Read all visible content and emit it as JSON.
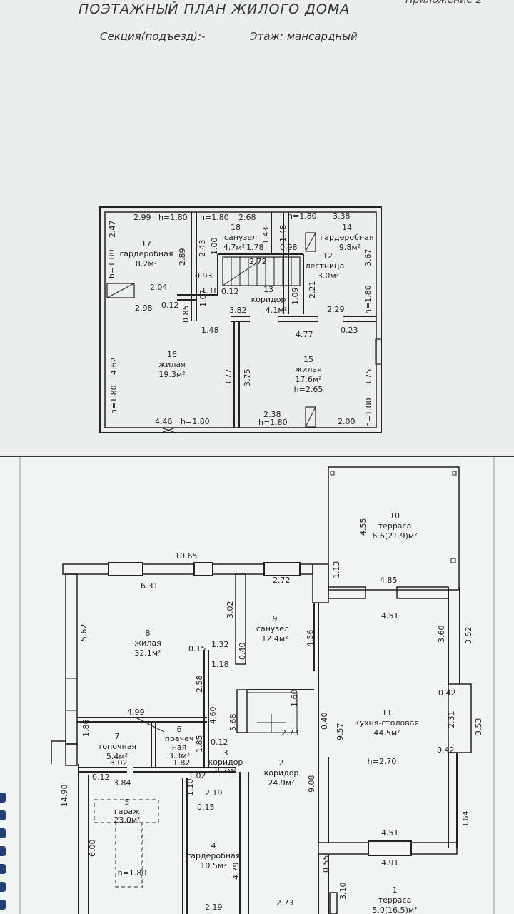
{
  "top_sheet": {
    "title": "ПОЭТАЖНЫЙ ПЛАН ЖИЛОГО ДОМА",
    "corner_text": "Приложение 2",
    "section_label": "Секция(подъезд):-",
    "floor_label": "Этаж: мансардный",
    "rooms": [
      {
        "num": "17",
        "name": "гардеробная",
        "area": "8.2м²"
      },
      {
        "num": "18",
        "name": "санузел",
        "area": "4.7м²"
      },
      {
        "num": "14",
        "name": "гардеробная",
        "area": "9.8м²"
      },
      {
        "num": "12",
        "name": "лестница",
        "area": "3.0м²"
      },
      {
        "num": "13",
        "name": "коридор",
        "area": "4.1м²"
      },
      {
        "num": "16",
        "name": "жилая",
        "area": "19.3м²"
      },
      {
        "num": "15",
        "name": "жилая",
        "area": "17.6м²",
        "extra": "h=2.65"
      }
    ],
    "dimensions": {
      "d1": "2.99",
      "d2": "h=1.80",
      "d3": "h=1.80",
      "d4": "2.68",
      "d5": "h=1.80",
      "d6": "3.38",
      "d7": "2.47",
      "d8": "h=1.80",
      "d9": "2.89",
      "d10": "2.43",
      "d11": "1.00",
      "d12": "1.43",
      "d13": "1.78",
      "d14": "1.48",
      "d15": "0.98",
      "d16": "2.72",
      "d17": "3.67",
      "d18": "0.93",
      "d19": "1.10",
      "d20": "0.12",
      "d21": "2.04",
      "d22": "2.98",
      "d23": "0.12",
      "d24": "1.07",
      "d25": "0.85",
      "d26": "2.21",
      "d27": "1.09",
      "d28": "3.82",
      "d29": "2.29",
      "d30": "h=1.80",
      "d31": "1.48",
      "d32": "4.77",
      "d33": "0.23",
      "d34": "4.62",
      "d35": "3.77",
      "d36": "3.75",
      "d37": "3.75",
      "d38": "h=1.80",
      "d39": "2.38",
      "d40": "h=1.80",
      "d41": "4.46",
      "d42": "h=1.80",
      "d43": "h=1.80",
      "d44": "2.00"
    }
  },
  "bottom_sheet": {
    "rooms": [
      {
        "num": "10",
        "name": "терраса",
        "area": "6.6(21.9)м²"
      },
      {
        "num": "8",
        "name": "жилая",
        "area": "32.1м²"
      },
      {
        "num": "9",
        "name": "санузел",
        "area": "12.4м²"
      },
      {
        "num": "11",
        "name": "кухня-столовая",
        "area": "44.5м²",
        "extra": "h=2.70"
      },
      {
        "num": "7",
        "name": "топочная",
        "area": "5.4м²"
      },
      {
        "num": "6",
        "name_line1": "прачеч",
        "name_line2": "ная",
        "area": "3.3м²"
      },
      {
        "num": "3",
        "name": "коридор",
        "area": "8.2м²"
      },
      {
        "num": "2",
        "name": "коридор",
        "area": "24.9м²"
      },
      {
        "num": "5",
        "name": "гараж",
        "area": "23.0м²",
        "extra": "h=1.80"
      },
      {
        "num": "4",
        "name": "гардеробная",
        "area": "10.5м²"
      },
      {
        "num": "1",
        "name": "терраса",
        "area": "5.0(16.5)м²"
      }
    ],
    "dimensions": {
      "b1": "10.65",
      "b2": "4.55",
      "b3": "6.31",
      "b4": "2.72",
      "b5": "1.13",
      "b6": "4.85",
      "b7": "3.02",
      "b8": "4.51",
      "b9": "5.62",
      "b10": "4.56",
      "b11": "3.60",
      "b12": "3.52",
      "b13": "0.15",
      "b14": "1.32",
      "b15": "0.40",
      "b16": "1.18",
      "b17": "2.58",
      "b18": "0.42",
      "b19": "4.99",
      "b20": "1.60",
      "b21": "4.60",
      "b22": "5.68",
      "b23": "2.31",
      "b24": "3.53",
      "b25": "1.86",
      "b26": "0.12",
      "b27": "0.40",
      "b28": "2.73",
      "b29": "9.57",
      "b30": "1.85",
      "b31": "0.42",
      "b32": "3.02",
      "b33": "1.82",
      "b34": "14.90",
      "b35": "0.12",
      "b36": "1.02",
      "b37": "3.84",
      "b38": "9.08",
      "b39": "1.10",
      "b40": "2.19",
      "b41": "0.15",
      "b42": "4.51",
      "b43": "3.64",
      "b44": "6.00",
      "b45": "0.55",
      "b46": "4.91",
      "b47": "4.79",
      "b48": "3.10",
      "b49": "2.19",
      "b50": "2.73"
    }
  }
}
